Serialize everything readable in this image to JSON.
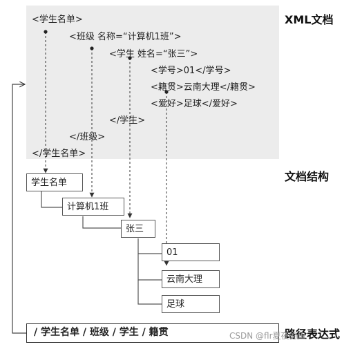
{
  "headings": {
    "xml": "XML文档",
    "structure": "文档结构",
    "path": "路径表达式"
  },
  "xml_lines": [
    "<学生名单>",
    "<班级  名称=“计算机1班”>",
    "<学生  姓名=“张三”>",
    "<学号>01</学号>",
    "<籍贯>云南大理</籍贯>",
    "<爱好>足球</爱好>",
    "</学生>",
    "</班级>",
    "</学生名单>"
  ],
  "tree_nodes": {
    "root": "学生名单",
    "class": "计算机1班",
    "student": "张三",
    "id": "01",
    "hometown": "云南大理",
    "hobby": "足球"
  },
  "path_expression": "/ 学生名单 / 班级 / 学生 / 籍贯",
  "watermark": "CSDN @flr夏夜的鱼"
}
